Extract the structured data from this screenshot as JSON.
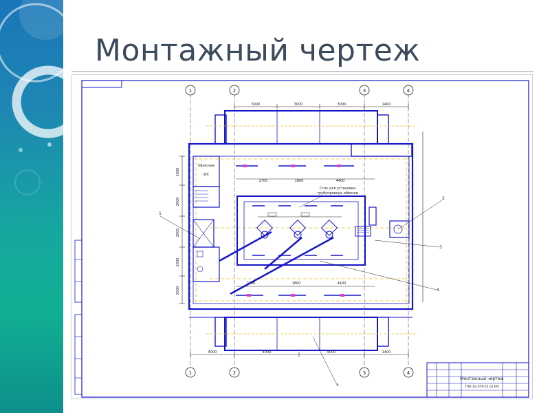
{
  "slide": {
    "title": "Монтажный чертеж"
  },
  "drawing": {
    "axis_markers": [
      "1",
      "2",
      "3",
      "4",
      "1",
      "2",
      "3",
      "4"
    ],
    "callouts": [
      "1",
      "2",
      "3",
      "4",
      "5"
    ],
    "note_line_1": "Сток для установки",
    "note_line_2": "трубопровода обвязки",
    "dims_top": [
      "3000",
      "3000",
      "3000",
      "1400"
    ],
    "dims_bottom": [
      "4000",
      "4000",
      "4000",
      "1400"
    ],
    "dims_left": [
      "2000",
      "2000",
      "2000",
      "2000",
      "2000"
    ],
    "dims_inner": [
      "2700",
      "1800",
      "4400",
      "2700",
      "1800",
      "4400"
    ],
    "room_label_1": "Офисные",
    "room_label_2": "WC",
    "title_block": {
      "name": "Монтажный чертеж",
      "code": "ТЛК-10-ЛТР-02.01 МЧ"
    }
  },
  "colors": {
    "accent_blue": "#1515c8",
    "grid_line": "#555555",
    "dim_yellow": "#e2c230",
    "sidebar_top": "#1a76b8",
    "sidebar_bottom": "#11b093",
    "title_text": "#3b4a5c"
  }
}
